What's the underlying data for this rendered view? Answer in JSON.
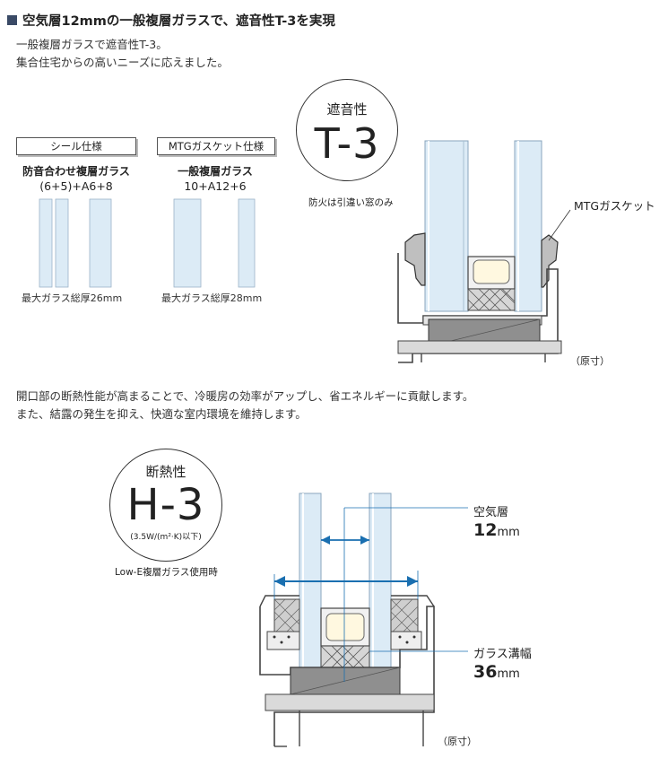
{
  "heading": "空気層12mmの一般複層ガラスで、遮音性T-3を実現",
  "intro": {
    "line1": "一般複層ガラスで遮音性T-3。",
    "line2": "集合住宅からの高いニーズに応えました。"
  },
  "seal_spec": {
    "label": "シール仕様",
    "glass": "防音合わせ複層ガラス",
    "composition": "(6+5)+A6+8",
    "max_thickness": "最大ガラス総厚26mm"
  },
  "mtg_spec": {
    "label": "MTGガスケット仕様",
    "glass": "一般複層ガラス",
    "composition": "10+A12+6",
    "max_thickness": "最大ガラス総厚28mm"
  },
  "sound_badge": {
    "label": "遮音性",
    "grade": "T-3",
    "note": "防火は引違い窓のみ"
  },
  "callouts": {
    "mtg_gasket": "MTGガスケット",
    "actual_size": "（原寸）"
  },
  "thermal_text": {
    "line1": "開口部の断熱性能が高まることで、冷暖房の効率がアップし、省エネルギーに貢献します。",
    "line2": "また、結露の発生を抑え、快適な室内環境を維持します。"
  },
  "thermal_badge": {
    "label": "断熱性",
    "grade": "H-3",
    "value": "(3.5W/(m²·K)以下)",
    "note": "Low-E複層ガラス使用時"
  },
  "air_layer": {
    "label": "空気層",
    "value": "12",
    "unit": "mm"
  },
  "glass_groove": {
    "label": "ガラス溝幅",
    "value": "36",
    "unit": "mm"
  },
  "actual_size_2": "（原寸）",
  "colors": {
    "heading_square": "#3a4a66",
    "glass": "#dcebf6",
    "arrow": "#1a6fb0"
  }
}
